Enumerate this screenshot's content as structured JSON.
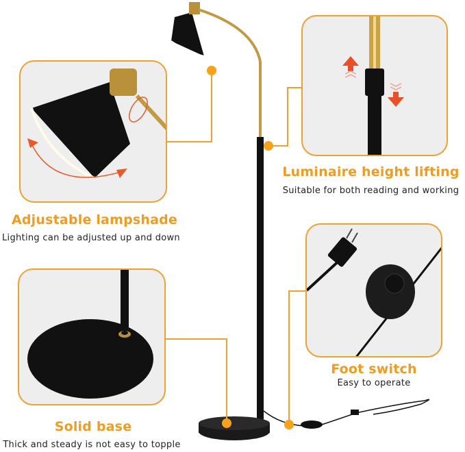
{
  "accent_color": "#f0a030",
  "features": [
    {
      "title": "Adjustable lampshade",
      "subtitle": "Lighting can be adjusted up and down"
    },
    {
      "title": "Luminaire height lifting",
      "subtitle": "Suitable for both reading and working"
    },
    {
      "title": "Solid base",
      "subtitle": "Thick and steady is not easy to topple"
    },
    {
      "title": "Foot switch",
      "subtitle": "Easy to operate"
    }
  ],
  "icons": {
    "rotate": "rotate-arrow-icon",
    "up": "arrow-up-icon",
    "down": "arrow-down-icon"
  }
}
